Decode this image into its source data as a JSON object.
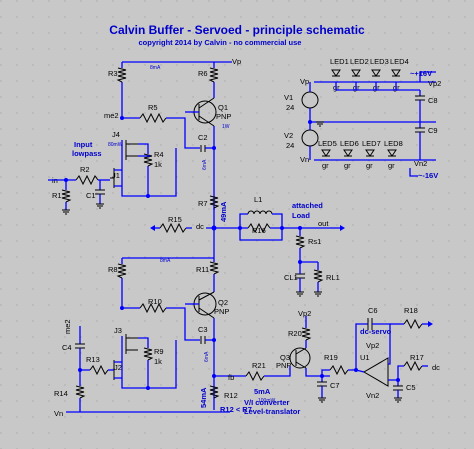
{
  "title": "Calvin Buffer - Servoed - principle schematic",
  "subtitle": "copyright 2014 by Calvin - no commercial use",
  "labels": {
    "vp": "Vp",
    "vn": "Vn",
    "vp2": "Vp2",
    "vn2": "Vn2",
    "me2": "me2",
    "in": "in",
    "out": "out",
    "dc": "dc",
    "fb": "fb",
    "input_lowpass_1": "Input",
    "input_lowpass_2": "lowpass",
    "attached": "attached",
    "load": "Load",
    "dc_servo": "dc-servo",
    "plus16": "~+16V",
    "minus16": "~-16V",
    "i5ma": "5mA",
    "q3_pd": "100mW",
    "vi_converter": "V/I converter",
    "level_translator": "Level-translator",
    "r12_lt_r7": "R12 < R7"
  },
  "currents": {
    "upper_r3": "8mA",
    "upper_q1": "6mA",
    "r7": "49mA",
    "lower_r8": "8mA",
    "lower_q2": "6mA",
    "r12": "54mA"
  },
  "components": {
    "R1": "R1",
    "R2": "R2",
    "R3": "R3",
    "R4": "R4",
    "R4_value": "1k",
    "R5": "R5",
    "R6": "R6",
    "R7": "R7",
    "R8": "R8",
    "R9": "R9",
    "R9_value": "1k",
    "R10": "R10",
    "R11": "R11",
    "R12": "R12",
    "R13": "R13",
    "R14": "R14",
    "R15": "R15",
    "R16": "R16",
    "R17": "R17",
    "R18": "R18",
    "R19": "R19",
    "R20": "R20",
    "R21": "R21",
    "Rs1": "Rs1",
    "RL1": "RL1",
    "C1": "C1",
    "C2": "C2",
    "C3": "C3",
    "C4": "C4",
    "C5": "C5",
    "C6": "C6",
    "C7": "C7",
    "C8": "C8",
    "C9": "C9",
    "CL1": "CL1",
    "L1": "L1",
    "J1": "J1",
    "J2": "J2",
    "J3": "J3",
    "J4": "J4",
    "J4_current": "80mW",
    "Q1": "Q1",
    "Q1_type": "PNP",
    "Q1_pd": "1W",
    "Q2": "Q2",
    "Q2_type": "PNP",
    "Q3": "Q3",
    "Q3_type": "PNP",
    "U1": "U1",
    "V1": "V1",
    "V1_value": "24",
    "V2": "V2",
    "V2_value": "24"
  },
  "leds": [
    {
      "name": "LED1",
      "color": "gr"
    },
    {
      "name": "LED2",
      "color": "gr"
    },
    {
      "name": "LED3",
      "color": "gr"
    },
    {
      "name": "LED4",
      "color": "gr"
    },
    {
      "name": "LED5",
      "color": "gr"
    },
    {
      "name": "LED6",
      "color": "gr"
    },
    {
      "name": "LED7",
      "color": "gr"
    },
    {
      "name": "LED8",
      "color": "gr"
    }
  ],
  "colors": {
    "background": "#c8c8c8",
    "wire": "#0000ff",
    "title": "#0000cc",
    "component": "#000000"
  }
}
